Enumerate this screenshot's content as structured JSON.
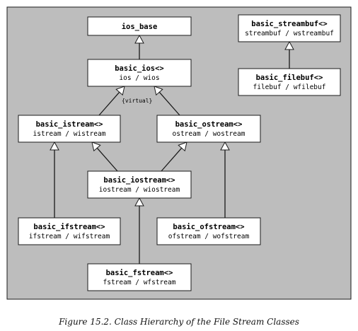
{
  "diagram": {
    "nodes": [
      {
        "id": "ios_base",
        "name": "ios_base",
        "sub": ""
      },
      {
        "id": "basic_ios",
        "name": "basic_ios<>",
        "sub": "ios / wios"
      },
      {
        "id": "basic_istream",
        "name": "basic_istream<>",
        "sub": "istream / wistream"
      },
      {
        "id": "basic_ostream",
        "name": "basic_ostream<>",
        "sub": "ostream / wostream"
      },
      {
        "id": "basic_iostream",
        "name": "basic_iostream<>",
        "sub": "iostream / wiostream"
      },
      {
        "id": "basic_ifstream",
        "name": "basic_ifstream<>",
        "sub": "ifstream / wifstream"
      },
      {
        "id": "basic_ofstream",
        "name": "basic_ofstream<>",
        "sub": "ofstream / wofstream"
      },
      {
        "id": "basic_fstream",
        "name": "basic_fstream<>",
        "sub": "fstream / wfstream"
      },
      {
        "id": "basic_streambuf",
        "name": "basic_streambuf<>",
        "sub": "streambuf / wstreambuf"
      },
      {
        "id": "basic_filebuf",
        "name": "basic_filebuf<>",
        "sub": "filebuf / wfilebuf"
      }
    ],
    "edges": [
      {
        "from": "basic_ios",
        "to": "ios_base"
      },
      {
        "from": "basic_istream",
        "to": "basic_ios"
      },
      {
        "from": "basic_ostream",
        "to": "basic_ios"
      },
      {
        "from": "basic_iostream",
        "to": "basic_istream"
      },
      {
        "from": "basic_iostream",
        "to": "basic_ostream"
      },
      {
        "from": "basic_ifstream",
        "to": "basic_istream"
      },
      {
        "from": "basic_ofstream",
        "to": "basic_ostream"
      },
      {
        "from": "basic_fstream",
        "to": "basic_iostream"
      },
      {
        "from": "basic_filebuf",
        "to": "basic_streambuf"
      }
    ],
    "virtual_label": "{virtual}"
  },
  "caption": "Figure 15.2. Class Hierarchy of the File Stream Classes"
}
